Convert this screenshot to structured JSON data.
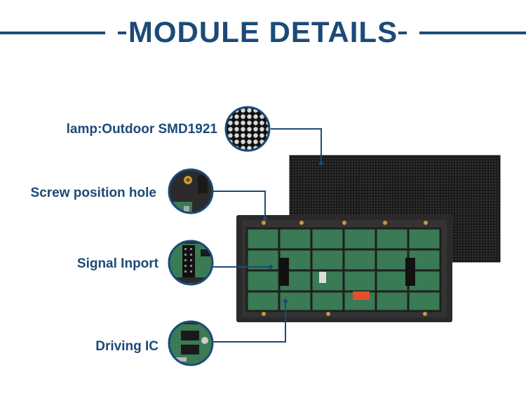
{
  "title": "MODULE DETAILS",
  "labels": {
    "lamp": "lamp:Outdoor SMD1921",
    "screw": "Screw position hole",
    "signal": "Signal Inport",
    "driving": "Driving IC"
  },
  "colors": {
    "accent": "#1c4a78",
    "pcb": "#3a7a55",
    "frame": "#2a2a2a"
  }
}
